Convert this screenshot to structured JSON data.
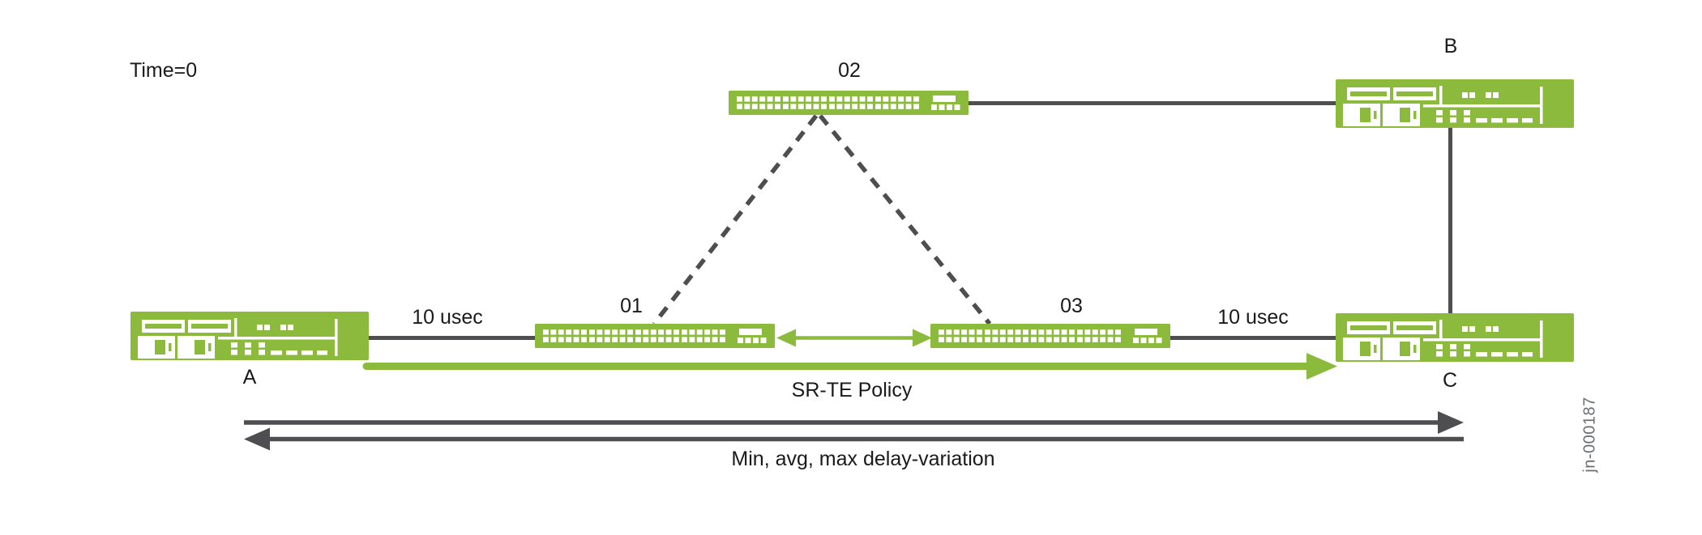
{
  "colors": {
    "background": "#ffffff",
    "device_green": "#8cba3c",
    "line_dark": "#4e4e50",
    "text_black": "#1a1a1a",
    "figure_id_gray": "#6d6e70"
  },
  "annotations": {
    "time_label": "Time=0",
    "figure_id": "jn-000187"
  },
  "nodes": {
    "router_a": {
      "label": "A",
      "type": "router"
    },
    "router_b": {
      "label": "B",
      "type": "router"
    },
    "router_c": {
      "label": "C",
      "type": "router"
    },
    "switch_01": {
      "label": "01",
      "type": "switch"
    },
    "switch_02": {
      "label": "02",
      "type": "switch"
    },
    "switch_03": {
      "label": "03",
      "type": "switch"
    }
  },
  "links": {
    "a_to_01": {
      "from": "A",
      "to": "01",
      "style": "solid",
      "label": "10 usec"
    },
    "s03_to_c": {
      "from": "03",
      "to": "C",
      "style": "solid",
      "label": "10 usec"
    },
    "s02_to_b": {
      "from": "02",
      "to": "B",
      "style": "solid"
    },
    "b_to_c": {
      "from": "B",
      "to": "C",
      "style": "solid"
    },
    "s02_to_s01": {
      "from": "02",
      "to": "01",
      "style": "dashed"
    },
    "s02_to_s03": {
      "from": "02",
      "to": "03",
      "style": "dashed"
    },
    "s01_to_s03": {
      "from": "01",
      "to": "03",
      "style": "green-double-arrow"
    }
  },
  "overlays": {
    "srte_policy": {
      "label": "SR-TE Policy",
      "direction": "right"
    },
    "delay_variation": {
      "label": "Min, avg, max delay-variation",
      "arrows": "both-directions"
    }
  }
}
